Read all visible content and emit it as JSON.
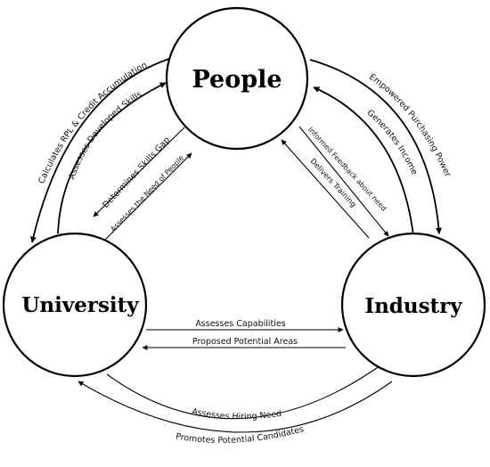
{
  "nodes": {
    "people": "People",
    "university": "University",
    "industry": "Industry"
  },
  "edges": {
    "calculates_rpl": "Calculates RPL & Credit Accumulation",
    "assesses_developed_skills": "Assesses Developed Skills",
    "determines_skills_gap": "Determines Skills Gap",
    "assesses_need_of_people": "Assesses the Need of People",
    "empowered_purchasing_power": "Empowered Purchasing Power",
    "generates_income": "Generates Income",
    "informed_feedback": "Informed Feedback about need",
    "delivers_training": "Delivers Training",
    "assesses_capabilities": "Assesses Capabilities",
    "proposed_potential_areas": "Proposed Potential Areas",
    "assesses_hiring_need": "Assesses Hiring Need",
    "promotes_potential_candidates": "Promotes Potential Candidates"
  }
}
